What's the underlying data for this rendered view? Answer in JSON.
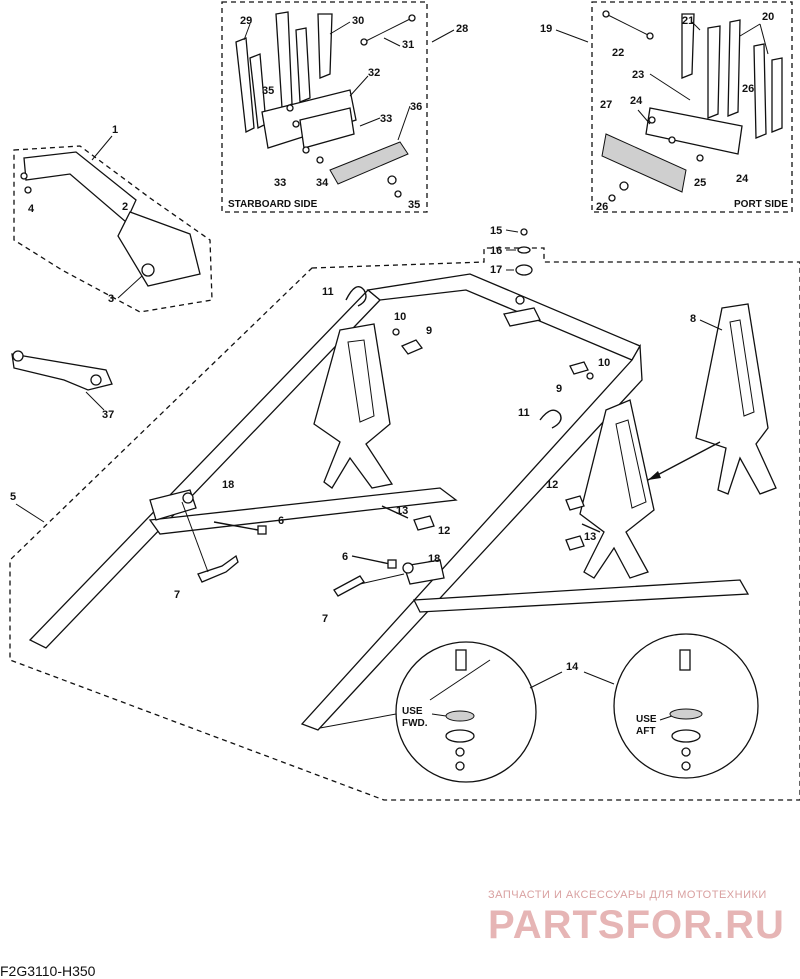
{
  "diagram": {
    "code": "F2G3110-H350",
    "watermark_line1": "ЗАПЧАСТИ И АКСЕССУАРЫ ДЛЯ МОТОТЕХНИКИ",
    "watermark_line2": "PARTSFOR.RU",
    "panels": {
      "starboard_label": "STARBOARD SIDE",
      "port_label": "PORT SIDE"
    },
    "detail_notes": {
      "fwd_use": "USE",
      "fwd_dir": "FWD.",
      "aft_use": "USE",
      "aft_dir": "AFT"
    },
    "callouts": {
      "c1": "1",
      "c2": "2",
      "c3": "3",
      "c4": "4",
      "c5": "5",
      "c6a": "6",
      "c6b": "6",
      "c7a": "7",
      "c7b": "7",
      "c8": "8",
      "c9a": "9",
      "c9b": "9",
      "c10a": "10",
      "c10b": "10",
      "c11a": "11",
      "c11b": "11",
      "c12a": "12",
      "c12b": "12",
      "c13a": "13",
      "c13b": "13",
      "c14": "14",
      "c15": "15",
      "c16": "16",
      "c17": "17",
      "c18a": "18",
      "c18b": "18",
      "c19": "19",
      "c20": "20",
      "c21": "21",
      "c22": "22",
      "c23": "23",
      "c24a": "24",
      "c24b": "24",
      "c25": "25",
      "c26a": "26",
      "c26b": "26",
      "c27": "27",
      "c28": "28",
      "c29": "29",
      "c30": "30",
      "c31": "31",
      "c32": "32",
      "c33a": "33",
      "c33b": "33",
      "c34": "34",
      "c35a": "35",
      "c35b": "35",
      "c36": "36",
      "c37": "37"
    }
  }
}
